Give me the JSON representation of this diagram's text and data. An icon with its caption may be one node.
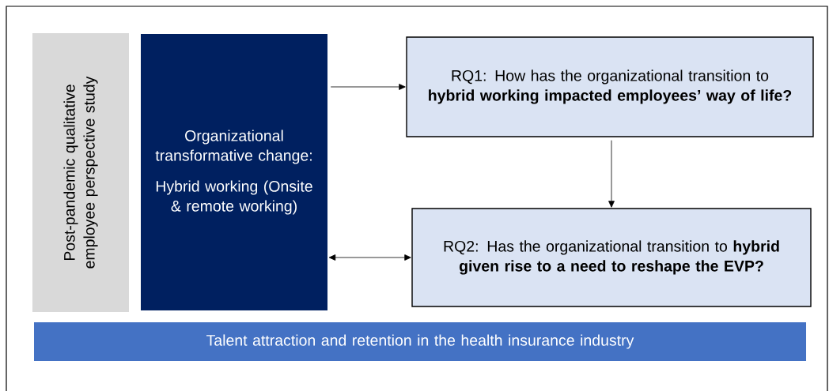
{
  "diagram": {
    "nodes": [
      {
        "text": [
          "Post-pandemic qualitative employee perspective study"
        ]
      },
      {
        "text": [
          "Organizational transformative change:",
          "Hybrid working (Onsite & remote working)"
        ]
      },
      {
        "text": [
          "RQ1: How has the organizational transition to **hybrid working impacted employees’ way of life?**"
        ]
      },
      {
        "text": [
          "RQ2: Has the organizational transition to **hybrid given rise to a need to reshape the EVP?**"
        ]
      },
      {
        "text": [
          "Talent attraction and retention in the health insurance industry"
        ]
      }
    ],
    "edges": [
      {
        "from": 1,
        "to": 2,
        "arrow": "to"
      },
      {
        "from": 2,
        "to": 3,
        "arrow": "to"
      },
      {
        "from": 1,
        "to": 3,
        "arrow": "both"
      }
    ]
  }
}
